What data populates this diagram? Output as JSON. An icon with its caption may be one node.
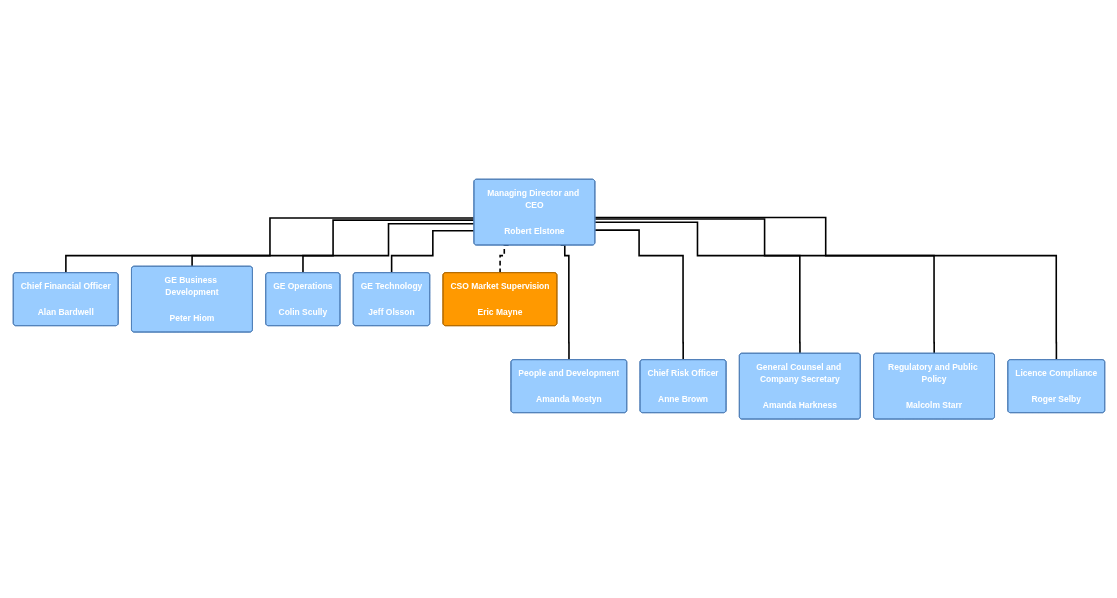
{
  "diagram": {
    "nodes": [
      {
        "text": [
          "Managing Director and CEO",
          "Robert Elstone"
        ]
      },
      {
        "text": [
          "Chief Financial Officer",
          "Alan Bardwell"
        ]
      },
      {
        "text": [
          "GE Business Development",
          "Peter Hiom"
        ]
      },
      {
        "text": [
          "GE Operations",
          "Colin Scully"
        ]
      },
      {
        "text": [
          "GE Technology",
          "Jeff Olsson"
        ]
      },
      {
        "text": [
          "CSO Market Supervision",
          "Eric Mayne"
        ]
      },
      {
        "text": [
          "People and Development",
          "Amanda Mostyn"
        ]
      },
      {
        "text": [
          "Chief Risk Officer",
          "Anne Brown"
        ]
      },
      {
        "text": [
          "General Counsel and Company Secretary",
          "Amanda Harkness"
        ]
      },
      {
        "text": [
          "Regulatory and Public Policy",
          "Malcolm Starr"
        ]
      },
      {
        "text": [
          "Licence Compliance",
          "Roger Selby"
        ]
      }
    ],
    "edges": [
      {
        "from": 0,
        "to": 1,
        "arrow": "none"
      },
      {
        "from": 0,
        "to": 2,
        "arrow": "none"
      },
      {
        "from": 0,
        "to": 3,
        "arrow": "none"
      },
      {
        "from": 0,
        "to": 4,
        "arrow": "none"
      },
      {
        "from": 0,
        "to": 5,
        "arrow": "none",
        "style": "dashed"
      },
      {
        "from": 0,
        "to": 6,
        "arrow": "none"
      },
      {
        "from": 0,
        "to": 7,
        "arrow": "none"
      },
      {
        "from": 0,
        "to": 8,
        "arrow": "none"
      },
      {
        "from": 0,
        "to": 9,
        "arrow": "none"
      },
      {
        "from": 0,
        "to": 10,
        "arrow": "none"
      }
    ]
  }
}
